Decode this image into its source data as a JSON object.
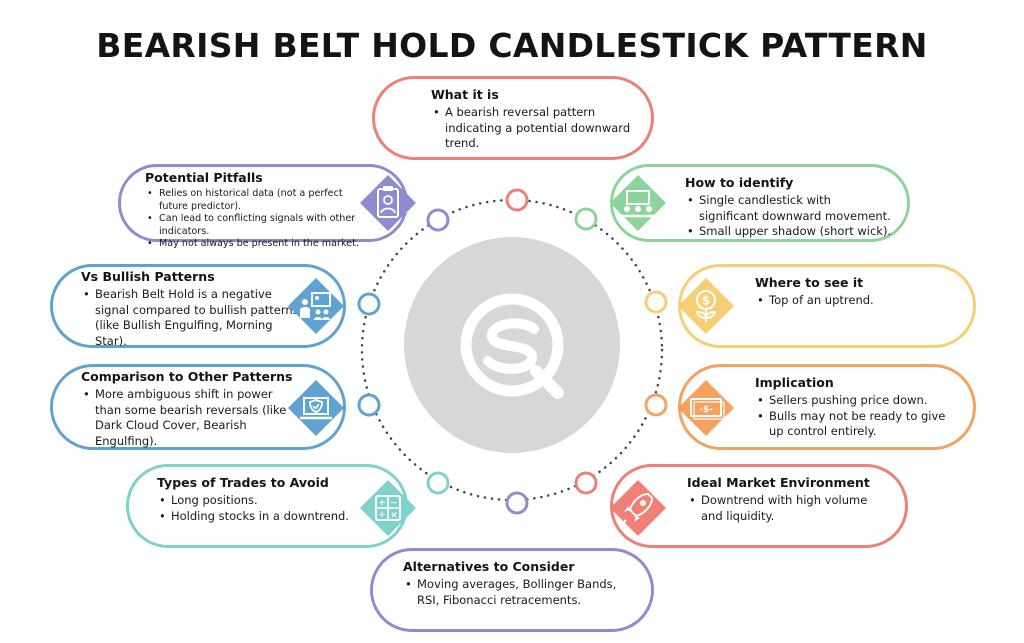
{
  "title": "BEARISH BELT HOLD CANDLESTICK PATTERN",
  "colors": {
    "salmon": "#F07F77",
    "green": "#8CD49A",
    "purple": "#8F8BCF",
    "yellow": "#F6CF74",
    "orange": "#F3A25F",
    "blue": "#5FA3D2",
    "teal": "#7FD1CB",
    "center_gray": "#D7D7D7"
  },
  "sections": {
    "what_it_is": {
      "heading": "What it is",
      "bullets": [
        "A bearish reversal pattern indicating a potential downward trend."
      ]
    },
    "how_to_identify": {
      "heading": "How to identify",
      "icon": "meeting-presentation-icon",
      "bullets": [
        "Single candlestick with significant downward movement.",
        "Small upper shadow (short wick)."
      ]
    },
    "where_to_see": {
      "heading": "Where to see it",
      "icon": "dollar-plant-icon",
      "bullets": [
        "Top of an uptrend."
      ]
    },
    "implication": {
      "heading": "Implication",
      "icon": "cash-icon",
      "bullets": [
        "Sellers pushing price down.",
        "Bulls may not be ready to give up control entirely."
      ]
    },
    "ideal_market": {
      "heading": "Ideal Market Environment",
      "icon": "rocket-icon",
      "bullets": [
        "Downtrend with high volume and liquidity."
      ]
    },
    "alternatives": {
      "heading": "Alternatives to Consider",
      "bullets": [
        "Moving averages, Bollinger Bands, RSI, Fibonacci retracements."
      ]
    },
    "trades_to_avoid": {
      "heading": "Types of Trades to Avoid",
      "icon": "calculator-icon",
      "bullets": [
        "Long positions.",
        "Holding stocks in a downtrend."
      ]
    },
    "comparison": {
      "heading": "Comparison to Other Patterns",
      "icon": "laptop-shield-icon",
      "bullets": [
        "More ambiguous shift in power than some bearish reversals (like Dark Cloud Cover, Bearish Engulfing)."
      ]
    },
    "vs_bullish": {
      "heading": "Vs Bullish Patterns",
      "icon": "presenter-board-icon",
      "bullets": [
        "Bearish Belt Hold is a negative signal compared to bullish patterns (like Bullish Engulfing, Morning Star)."
      ]
    },
    "pitfalls": {
      "heading": "Potential Pitfalls",
      "icon": "clipboard-user-icon",
      "bullets": [
        "Relies on historical data (not a perfect future predictor).",
        "Can lead to conflicting signals with other indicators.",
        "May not always be present in the market."
      ]
    }
  },
  "center_logo": "sq-logo-icon"
}
